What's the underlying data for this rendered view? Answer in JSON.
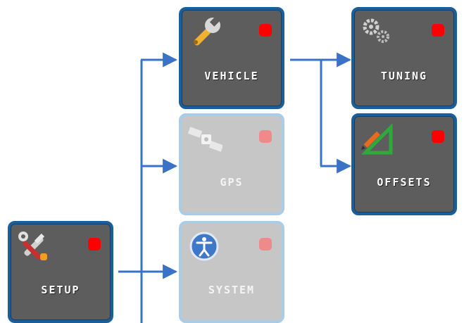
{
  "tiles": {
    "setup": {
      "label": "SETUP",
      "icon": "setup-tools-icon",
      "status": "error"
    },
    "vehicle": {
      "label": "VEHICLE",
      "icon": "wrench-icon",
      "status": "error"
    },
    "gps": {
      "label": "GPS",
      "icon": "satellite-icon",
      "status": "error",
      "enabled": false
    },
    "system": {
      "label": "SYSTEM",
      "icon": "accessibility-icon",
      "status": "error",
      "enabled": false
    },
    "tuning": {
      "label": "TUNING",
      "icon": "gears-icon",
      "status": "error"
    },
    "offsets": {
      "label": "OFFSETS",
      "icon": "ruler-triangle-icon",
      "status": "error"
    }
  },
  "colors": {
    "connector": "#3a72c8",
    "tile_active_bg": "#5d5d5d",
    "tile_active_border": "#1a5f9a",
    "tile_disabled_bg": "#c6c6c6",
    "tile_disabled_border": "#a9cde6",
    "status_error": "#ff0000"
  }
}
